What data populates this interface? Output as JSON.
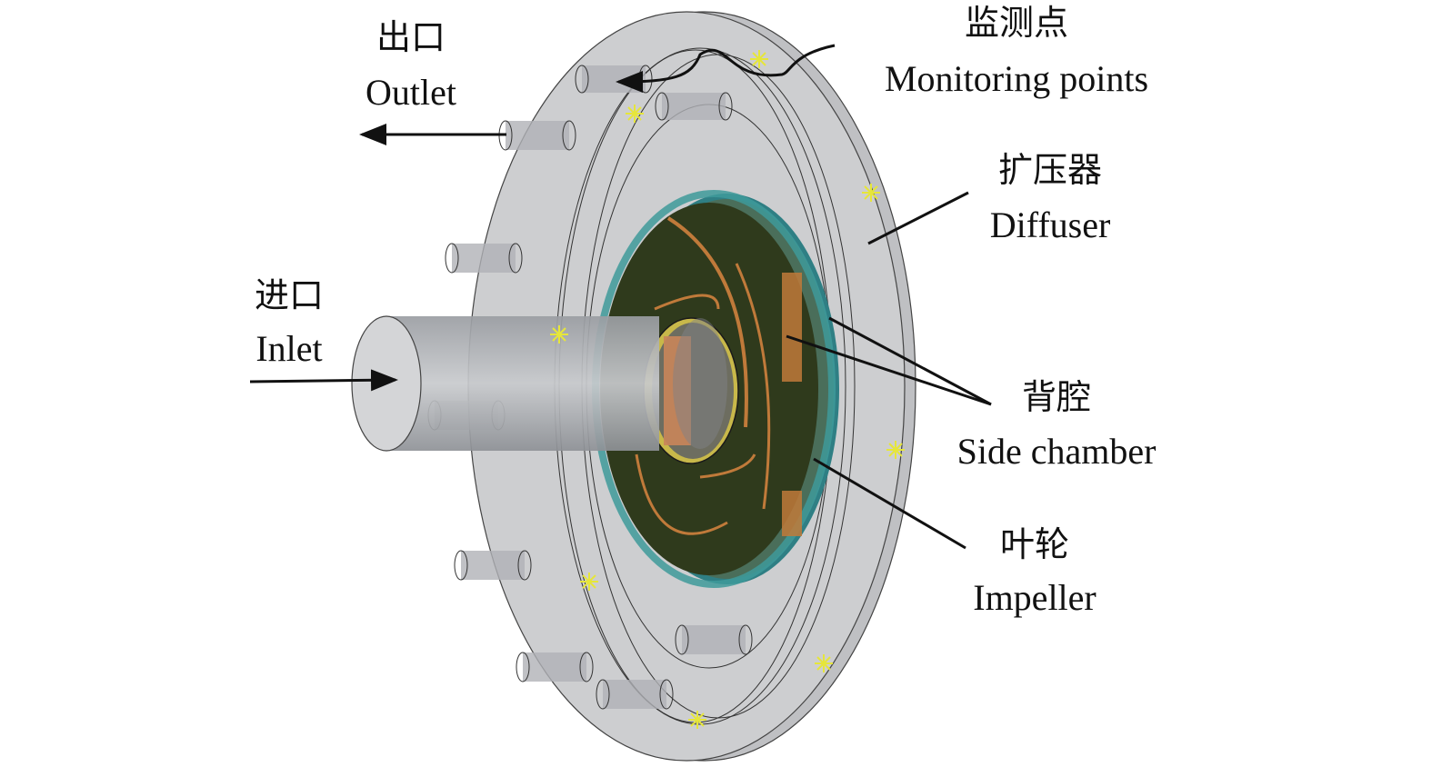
{
  "labels": {
    "outlet_cn": "出口",
    "outlet_en": "Outlet",
    "inlet_cn": "进口",
    "inlet_en": "Inlet",
    "monitoring_cn": "监测点",
    "monitoring_en": "Monitoring points",
    "diffuser_cn": "扩压器",
    "diffuser_en": "Diffuser",
    "side_chamber_cn": "背腔",
    "side_chamber_en": "Side chamber",
    "impeller_cn": "叶轮",
    "impeller_en": "Impeller"
  },
  "colors": {
    "housing": "#c9cacc",
    "impeller": "#2f3a1c",
    "chamber": "#3e9a9a",
    "blade": "#c07a3a",
    "marker": "#e6e63a"
  }
}
